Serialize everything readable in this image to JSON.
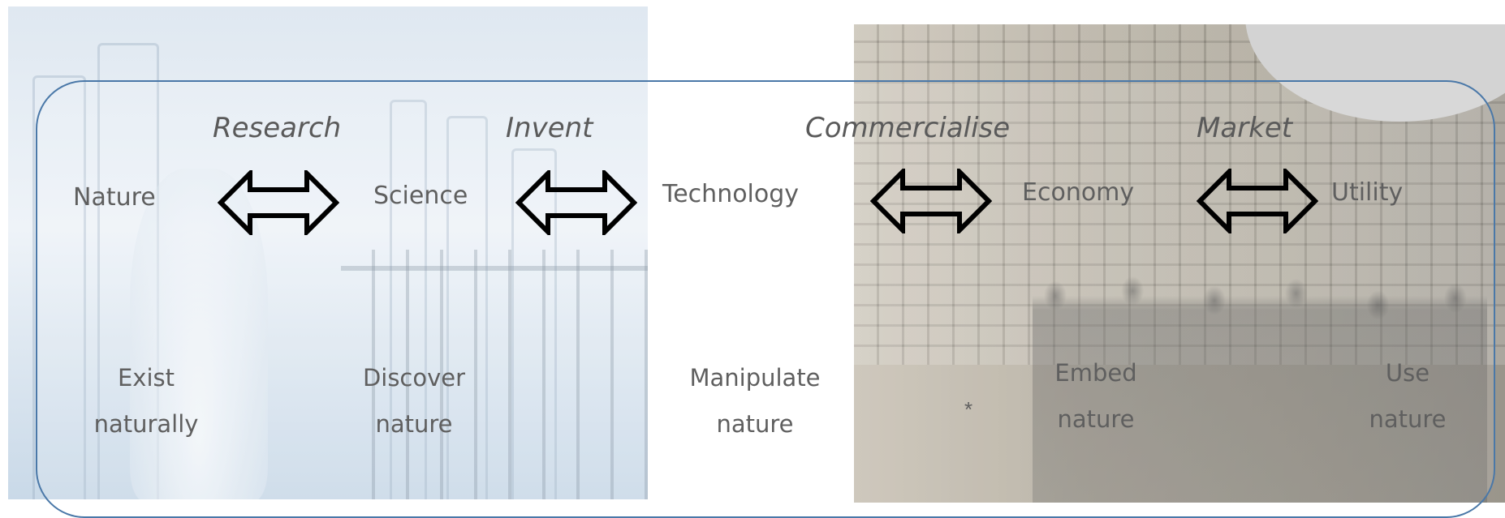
{
  "verbs": [
    "Research",
    "Invent",
    "Commercialise",
    "Market"
  ],
  "nodes": [
    "Nature",
    "Science",
    "Technology",
    "Economy",
    "Utility"
  ],
  "descriptions": [
    {
      "line1": "Exist",
      "line2": "naturally"
    },
    {
      "line1": "Discover",
      "line2": "nature"
    },
    {
      "line1": "Manipulate",
      "line2": "nature"
    },
    {
      "line1": "Embed",
      "line2": "nature"
    },
    {
      "line1": "Use",
      "line2": "nature"
    }
  ],
  "footnote_mark": "*",
  "icons": {
    "arrow": "double-headed-arrow-icon"
  },
  "colors": {
    "frame": "#4a78a8",
    "text": "#5f5f5f",
    "arrow_stroke": "#000000"
  }
}
